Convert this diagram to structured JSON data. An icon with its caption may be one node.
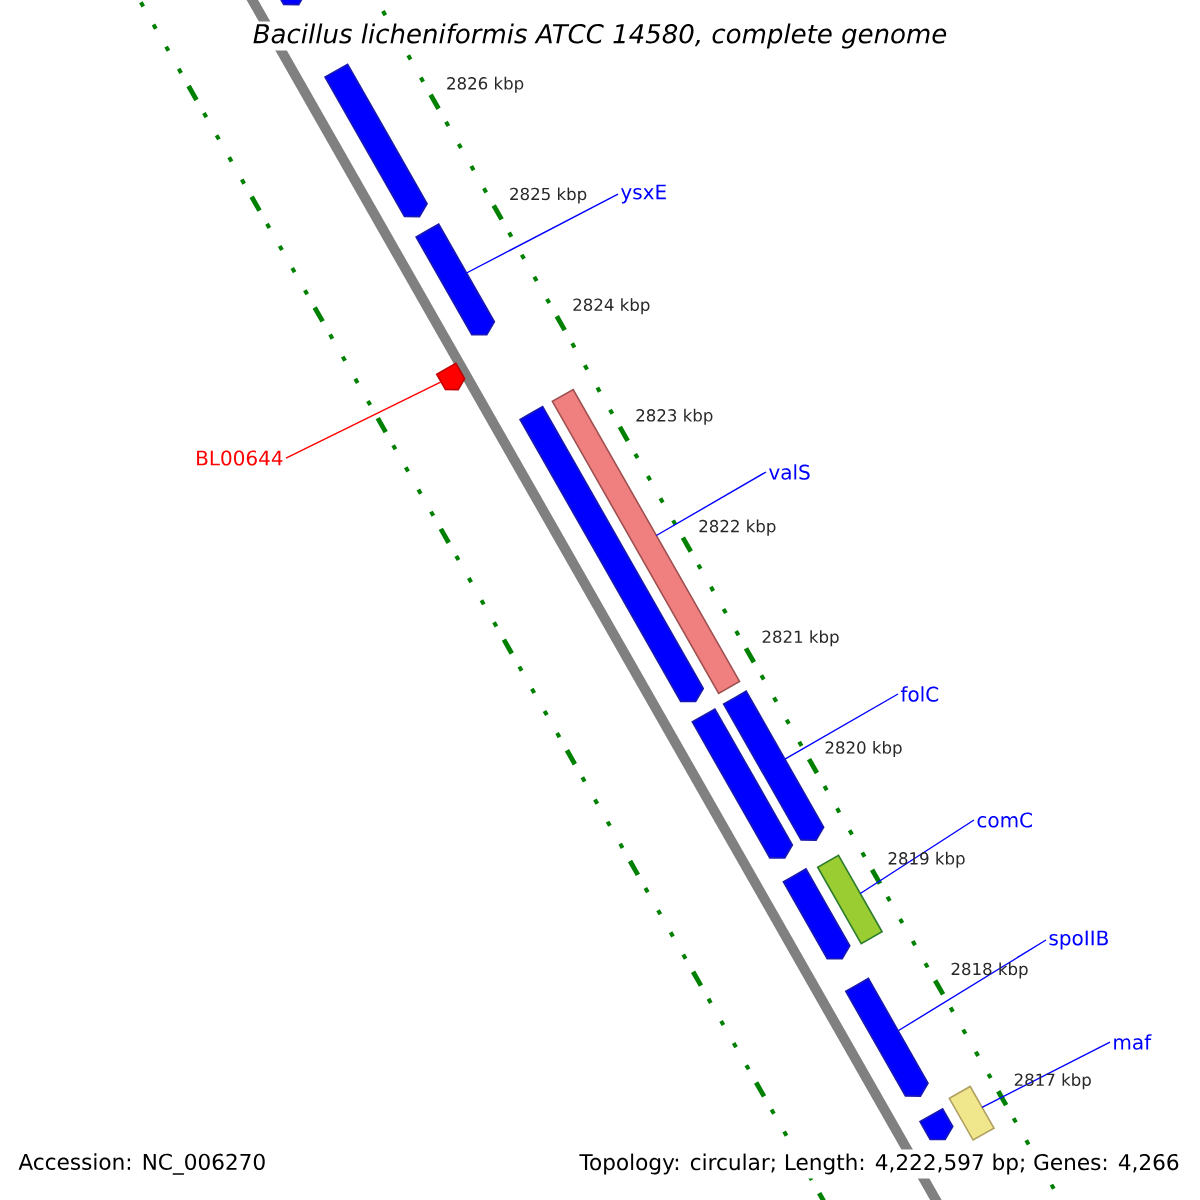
{
  "diagram": {
    "title": "Bacillus licheniformis ATCC 14580, complete genome",
    "nodes": [
      {
        "text": [],
        "shape": "pentagon"
      },
      {
        "text": [],
        "shape": "pentagon"
      },
      {
        "text": [],
        "shape": "pentagon"
      },
      {
        "text": [
          "ysxE"
        ]
      },
      {
        "text": [],
        "shape": "pentagon"
      },
      {
        "text": [
          "BL00644"
        ]
      },
      {
        "text": [],
        "shape": "pentagon"
      },
      {
        "text": [],
        "shape": "bar"
      },
      {
        "text": [
          "valS"
        ]
      },
      {
        "text": [
          "folC"
        ]
      },
      {
        "text": [],
        "shape": "pentagon"
      },
      {
        "text": [],
        "shape": "pentagon"
      },
      {
        "text": [
          "comC"
        ]
      },
      {
        "text": [],
        "shape": "bar"
      },
      {
        "text": [],
        "shape": "pentagon"
      },
      {
        "text": [
          "spoIIB"
        ]
      },
      {
        "text": [],
        "shape": "pentagon"
      },
      {
        "text": [
          "maf"
        ]
      },
      {
        "text": [],
        "shape": "bar"
      },
      {
        "text": [],
        "shape": "pentagon"
      }
    ],
    "edges": [
      {
        "from": 3,
        "to": 2,
        "arrow": "none"
      },
      {
        "from": 5,
        "to": 4,
        "arrow": "none",
        "color": "#ff0000"
      },
      {
        "from": 8,
        "to": 7,
        "arrow": "none"
      },
      {
        "from": 9,
        "to": 10,
        "arrow": "none"
      },
      {
        "from": 12,
        "to": 13,
        "arrow": "none"
      },
      {
        "from": 15,
        "to": 16,
        "arrow": "none"
      },
      {
        "from": 17,
        "to": 18,
        "arrow": "none"
      }
    ],
    "labels": [
      "2826 kbp",
      "2825 kbp",
      "2824 kbp",
      "2823 kbp",
      "2822 kbp",
      "2821 kbp",
      "2820 kbp",
      "2819 kbp",
      "2818 kbp",
      "2817 kbp",
      "Accession: NC_006270",
      "Topology: circular; Length: 4,222,597 bp; Genes: 4,266"
    ]
  }
}
